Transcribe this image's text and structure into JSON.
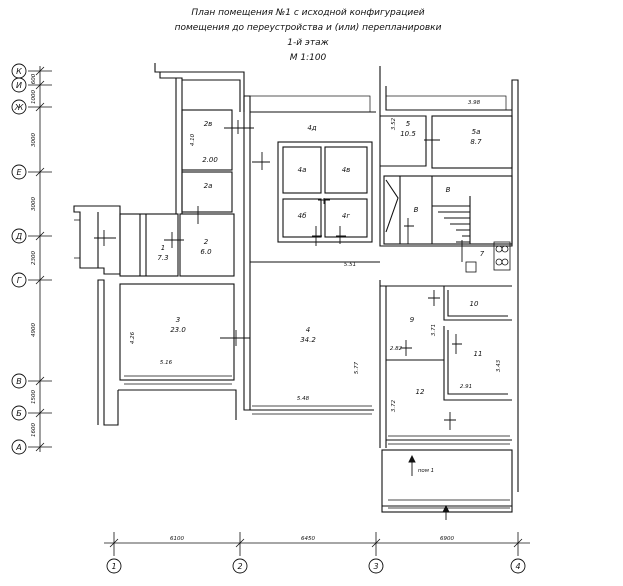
{
  "title": {
    "lines": [
      "План помещения №1 с исходной конфигурацией",
      "помещения до переустройства и (или) перепланировки",
      "1-й этаж",
      "М 1:100"
    ]
  },
  "axes": {
    "rows": [
      {
        "name": "К"
      },
      {
        "name": "И"
      },
      {
        "name": "Ж"
      },
      {
        "name": "Е"
      },
      {
        "name": "Д"
      },
      {
        "name": "Г"
      },
      {
        "name": "В"
      },
      {
        "name": "Б"
      },
      {
        "name": "А"
      }
    ],
    "row_dims": [
      "600",
      "1000",
      "3000",
      "3000",
      "2300",
      "4900",
      "1500",
      "1600"
    ],
    "cols": [
      {
        "name": "1"
      },
      {
        "name": "2"
      },
      {
        "name": "3"
      },
      {
        "name": "4"
      }
    ],
    "col_dims": [
      "6100",
      "6450",
      "6900"
    ]
  },
  "rooms": [
    {
      "num": "2в",
      "area": "2.00",
      "dim": "4.10"
    },
    {
      "num": "2а"
    },
    {
      "num": "1",
      "area": "7.3"
    },
    {
      "num": "2",
      "area": "6.0"
    },
    {
      "num": "3",
      "area": "23.0",
      "dim_h": "5.16",
      "dim_v": "4.26"
    },
    {
      "num": "4д"
    },
    {
      "num": "4а"
    },
    {
      "num": "4в"
    },
    {
      "num": "4б"
    },
    {
      "num": "4г"
    },
    {
      "num": "4",
      "area": "34.2",
      "dim_h": "5.48",
      "dim_v": "5.77",
      "dim_top": "5.51"
    },
    {
      "num": "5",
      "area": "10.5",
      "dim": "3.52"
    },
    {
      "num": "5а",
      "area": "8.7"
    },
    {
      "num": "В"
    },
    {
      "num": "В"
    },
    {
      "num": "7"
    },
    {
      "num": "10"
    },
    {
      "num": "9",
      "dim_h": "2.82",
      "dim_v": "3.71"
    },
    {
      "num": "11",
      "dim_h": "2.91",
      "dim_v": "3.43"
    },
    {
      "num": "12",
      "dim": "3.72"
    }
  ],
  "dims": {
    "top_right": "3.98"
  },
  "entry_label": "пом 1"
}
